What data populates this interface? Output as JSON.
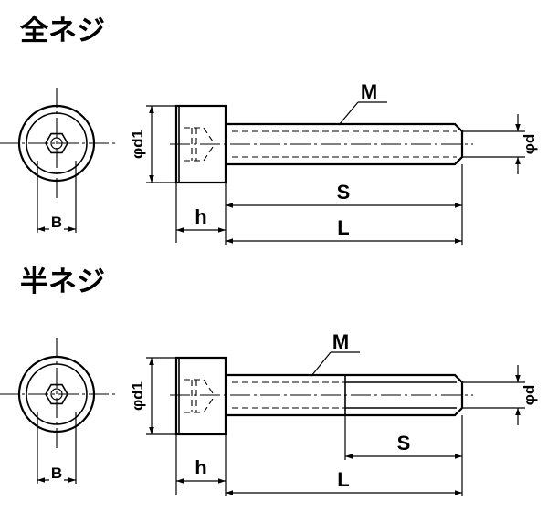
{
  "sections": {
    "full_thread_title": "全ネジ",
    "half_thread_title": "半ネジ"
  },
  "dimensions": {
    "head_diameter": "φd1",
    "thread_diameter": "φd",
    "thread_spec": "M",
    "thread_length": "S",
    "overall_length": "L",
    "head_height": "h",
    "hex_socket_width": "B"
  }
}
